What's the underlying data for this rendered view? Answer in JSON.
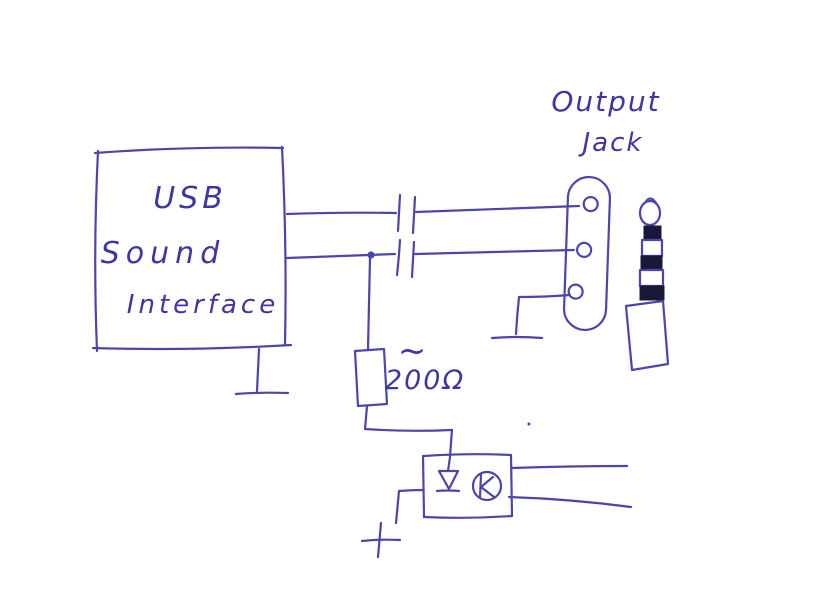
{
  "colors": {
    "ink": "#4a46ab",
    "text_ink": "#3c37a2",
    "dark": "#191838",
    "paper": "#ffffff"
  },
  "labels": {
    "box": {
      "line1": "USB",
      "line2": "Sound",
      "line3": "Interface"
    },
    "jack": {
      "line1": "Output",
      "line2": "Jack"
    },
    "resistor": {
      "approx": "~",
      "value": "200Ω"
    }
  }
}
